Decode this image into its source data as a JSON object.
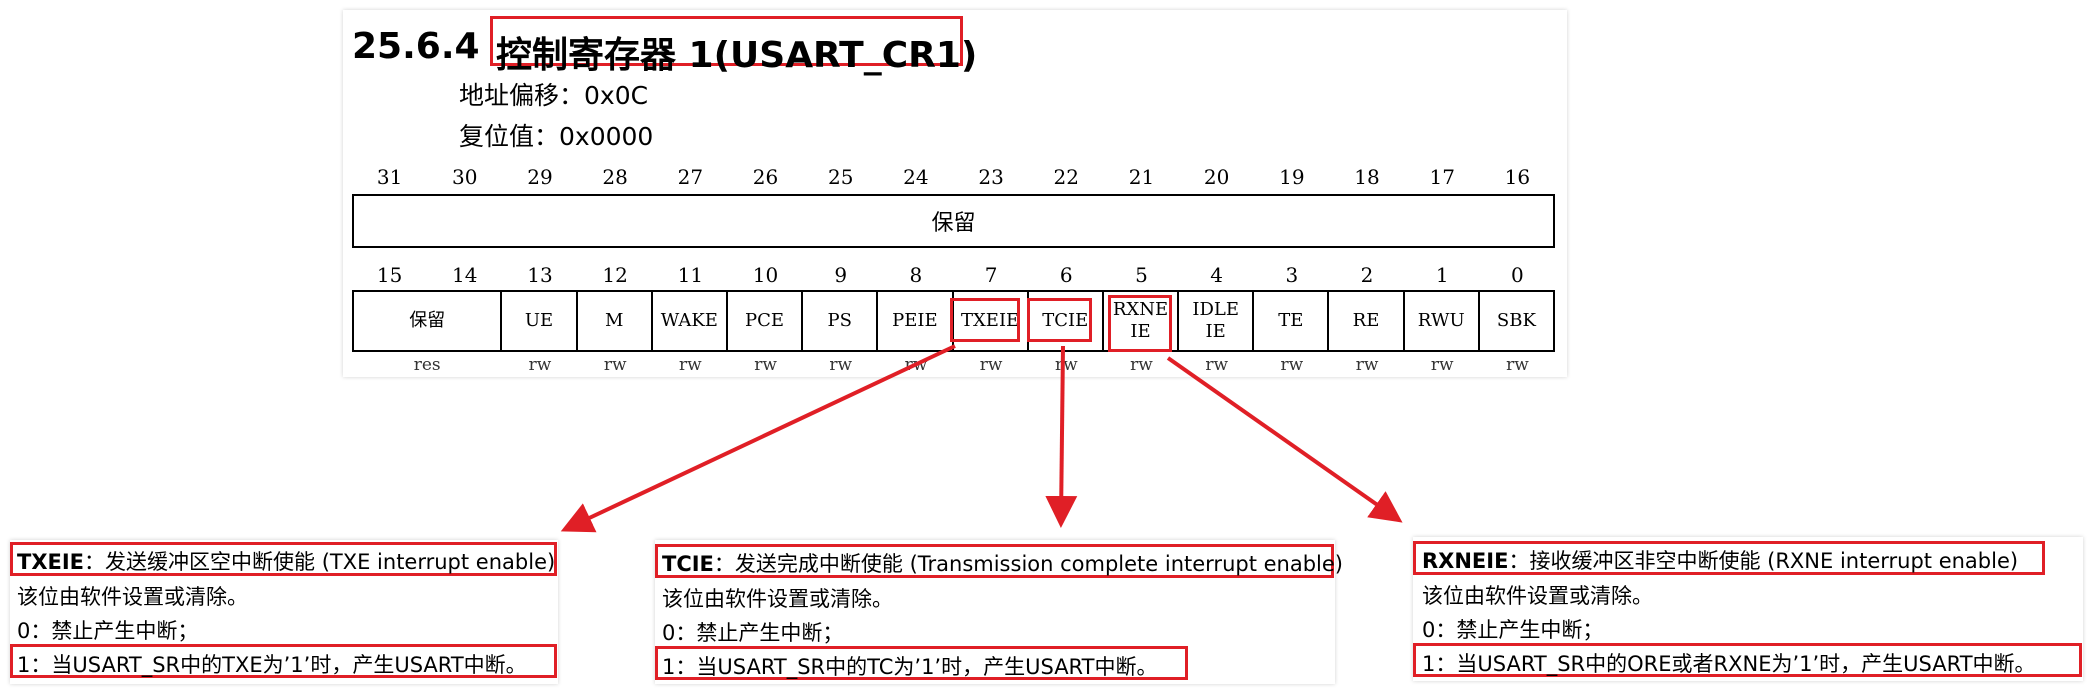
{
  "section": {
    "number": "25.6.4",
    "title": "控制寄存器 1(USART_CR1)"
  },
  "address_offset": "地址偏移：0x0C",
  "reset_value": "复位值：0x0000",
  "bits_high": [
    "31",
    "30",
    "29",
    "28",
    "27",
    "26",
    "25",
    "24",
    "23",
    "22",
    "21",
    "20",
    "19",
    "18",
    "17",
    "16"
  ],
  "reserved_high": "保留",
  "bits_low": [
    "15",
    "14",
    "13",
    "12",
    "11",
    "10",
    "9",
    "8",
    "7",
    "6",
    "5",
    "4",
    "3",
    "2",
    "1",
    "0"
  ],
  "fields": [
    {
      "name": "保留",
      "span": 2
    },
    {
      "name": "UE",
      "span": 1
    },
    {
      "name": "M",
      "span": 1
    },
    {
      "name": "WAKE",
      "span": 1
    },
    {
      "name": "PCE",
      "span": 1
    },
    {
      "name": "PS",
      "span": 1
    },
    {
      "name": "PEIE",
      "span": 1
    },
    {
      "name": "TXEIE",
      "span": 1
    },
    {
      "name": "TCIE",
      "span": 1
    },
    {
      "name": "RXNE\nIE",
      "span": 1
    },
    {
      "name": "IDLE\nIE",
      "span": 1
    },
    {
      "name": "TE",
      "span": 1
    },
    {
      "name": "RE",
      "span": 1
    },
    {
      "name": "RWU",
      "span": 1
    },
    {
      "name": "SBK",
      "span": 1
    }
  ],
  "access": [
    "res",
    "rw",
    "rw",
    "rw",
    "rw",
    "rw",
    "rw",
    "rw",
    "rw",
    "rw",
    "rw",
    "rw",
    "rw",
    "rw",
    "rw"
  ],
  "descriptions": {
    "txeie": {
      "name": "TXEIE",
      "title_rest": "：发送缓冲区空中断使能 (TXE interrupt enable)",
      "line1": "该位由软件设置或清除。",
      "line2": "0：禁止产生中断；",
      "line3": "1：当USART_SR中的TXE为’1’时，产生USART中断。"
    },
    "tcie": {
      "name": "TCIE",
      "title_rest": "：发送完成中断使能 (Transmission complete interrupt enable)",
      "line1": "该位由软件设置或清除。",
      "line2": "0：禁止产生中断；",
      "line3": "1：当USART_SR中的TC为’1’时，产生USART中断。"
    },
    "rxneie": {
      "name": "RXNEIE",
      "title_rest": "：接收缓冲区非空中断使能 (RXNE interrupt enable)",
      "line1": "该位由软件设置或清除。",
      "line2": "0：禁止产生中断；",
      "line3": "1：当USART_SR中的ORE或者RXNE为’1’时，产生USART中断。"
    }
  },
  "colors": {
    "highlight": "#e01f26",
    "text": "#000000"
  }
}
